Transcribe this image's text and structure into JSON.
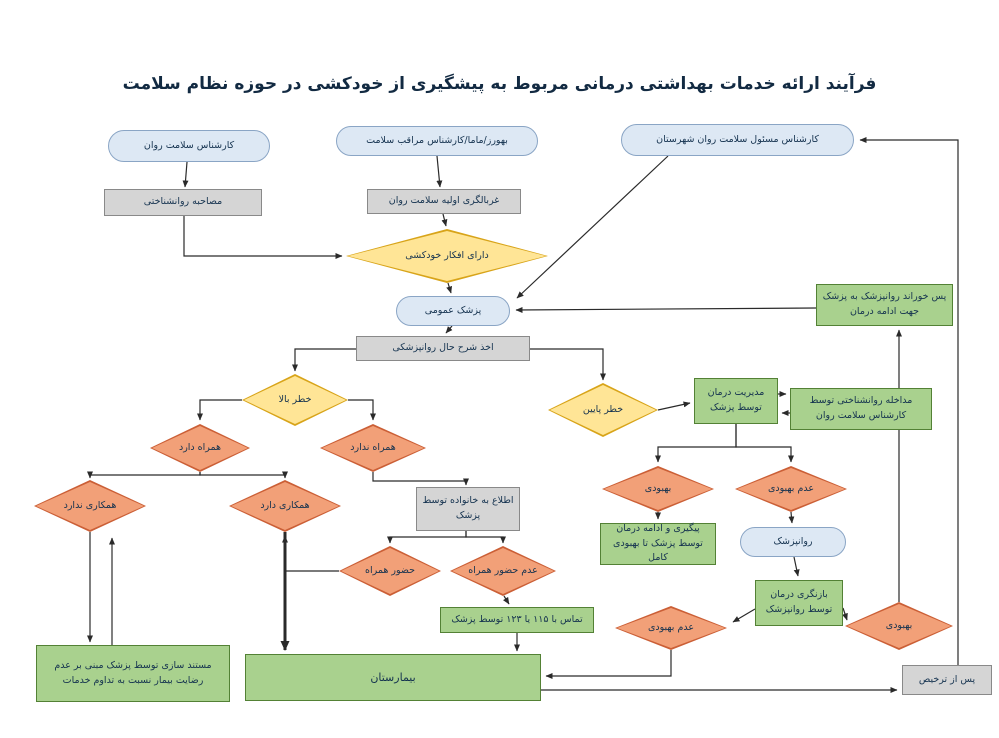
{
  "title": "فرآیند ارائه خدمات بهداشتی درمانی مربوط به پیشگیری از خودکشی در حوزه نظام سلامت",
  "nodes": {
    "mh_expert": {
      "label": "کارشناس سلامت روان"
    },
    "behvarz": {
      "label": "بهورز/ماما/کارشناس مراقب سلامت"
    },
    "county_mh_officer": {
      "label": "کارشناس مسئول سلامت روان شهرستان"
    },
    "psych_interview": {
      "label": "مصاحبه روانشناختی"
    },
    "initial_screening": {
      "label": "غربالگری اولیه سلامت روان"
    },
    "suicidal_thoughts": {
      "label": "دارای افکار خودکشی"
    },
    "gp": {
      "label": "پزشک عمومی"
    },
    "psych_history": {
      "label": "اخذ شرح حال روانپزشکی"
    },
    "high_risk": {
      "label": "خطر بالا"
    },
    "low_risk": {
      "label": "خطر پایین"
    },
    "has_companion": {
      "label": "همراه دارد"
    },
    "no_companion": {
      "label": "همراه ندارد"
    },
    "no_cooperation": {
      "label": "همکاری ندارد"
    },
    "cooperates": {
      "label": "همکاری دارد"
    },
    "inform_family": {
      "label": "اطلاع به خانواده توسط پزشک"
    },
    "companion_present": {
      "label": "حضور همراه"
    },
    "companion_absent": {
      "label": "عدم حضور همراه"
    },
    "call_115_123": {
      "label": "تماس با ۱۱۵ یا ۱۲۳ توسط پزشک"
    },
    "feedback_to_gp": {
      "label": "پس خوراند روانپزشک به پزشک جهت ادامه درمان"
    },
    "treatment_mgmt": {
      "label": "مدیریت درمان توسط پزشک"
    },
    "psych_intervention": {
      "label": "مداخله روانشناختی توسط کارشناس سلامت روان"
    },
    "improved": {
      "label": "بهبودی"
    },
    "not_improved": {
      "label": "عدم بهبودی"
    },
    "follow_up": {
      "label": "پیگیری و ادامه درمان توسط پزشک تا بهبودی کامل"
    },
    "psychiatrist": {
      "label": "روانپزشک"
    },
    "treatment_review": {
      "label": "بازنگری درمان توسط روانپزشک"
    },
    "not_improved_2": {
      "label": "عدم بهبودی"
    },
    "improved_2": {
      "label": "بهبودی"
    },
    "documentation": {
      "label": "مستند سازی توسط پزشک مبنی بر عدم رضایت بیمار نسبت به تداوم خدمات"
    },
    "hospital": {
      "label": "بیمارستان"
    },
    "after_discharge": {
      "label": "پس از ترخیص"
    }
  },
  "colors": {
    "stadium_fill": "#dde8f4",
    "stadium_border": "#8aa5c5",
    "gray_fill": "#d5d5d5",
    "green_fill": "#a9d18e",
    "green_border": "#538135",
    "yellow_fill": "#ffe596",
    "yellow_border": "#d8a419",
    "salmon_fill": "#f2a078",
    "salmon_border": "#cb5f36",
    "text": "#14324f",
    "arrow": "#2a2a2a"
  }
}
